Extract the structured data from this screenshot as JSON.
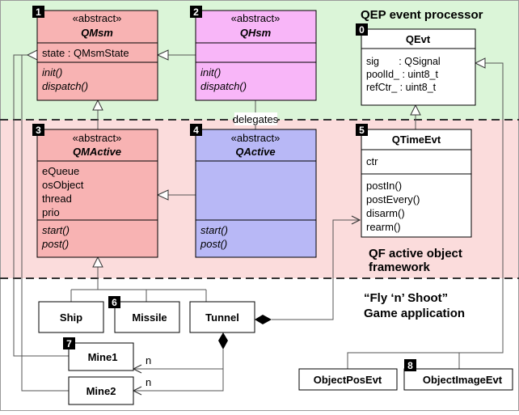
{
  "colors": {
    "qep_band": "#dbf5d8",
    "qf_band": "#fbdcdc",
    "app_band": "#ffffff",
    "qmsm_fill": "#f8b3b3",
    "qhsm_fill": "#f8b6f8",
    "qmactive_fill": "#f8b3b3",
    "qactive_fill": "#b8b8f6",
    "white_fill": "#ffffff",
    "stroke": "#000000",
    "connector": "#555555"
  },
  "layers": {
    "qep_title": "QEP event processor",
    "qf_title_line1": "QF active object",
    "qf_title_line2": "framework",
    "app_title_line1": "“Fly ‘n’ Shoot”",
    "app_title_line2": "Game application",
    "delegates_label": "delegates"
  },
  "classes": {
    "qmsm": {
      "badge": "1",
      "stereotype": "«abstract»",
      "name": "QMsm",
      "attributes": [
        "state : QMsmState"
      ],
      "operations": [
        "init()",
        "dispatch()"
      ]
    },
    "qhsm": {
      "badge": "2",
      "stereotype": "«abstract»",
      "name": "QHsm",
      "attributes": [],
      "operations": [
        "init()",
        "dispatch()"
      ]
    },
    "qevt": {
      "badge": "0",
      "name": "QEvt",
      "attributes": [
        "sig       : QSignal",
        "poolId_ : uint8_t",
        "refCtr_ : uint8_t"
      ]
    },
    "qmactive": {
      "badge": "3",
      "stereotype": "«abstract»",
      "name": "QMActive",
      "attributes": [
        "eQueue",
        "osObject",
        "thread",
        "prio"
      ],
      "operations": [
        "start()",
        "post()"
      ]
    },
    "qactive": {
      "badge": "4",
      "stereotype": "«abstract»",
      "name": "QActive",
      "attributes": [],
      "operations": [
        "start()",
        "post()"
      ]
    },
    "qtimeevt": {
      "badge": "5",
      "name": "QTimeEvt",
      "attributes": [
        "ctr"
      ],
      "operations": [
        "postIn()",
        "postEvery()",
        "disarm()",
        "rearm()"
      ]
    },
    "ship": {
      "name": "Ship"
    },
    "missile": {
      "badge": "6",
      "name": "Missile"
    },
    "tunnel": {
      "name": "Tunnel"
    },
    "mine1": {
      "badge": "7",
      "name": "Mine1",
      "multiplicity": "n"
    },
    "mine2": {
      "name": "Mine2",
      "multiplicity": "n"
    },
    "objectposevt": {
      "name": "ObjectPosEvt"
    },
    "objectimageevt": {
      "badge": "8",
      "name": "ObjectImageEvt"
    }
  }
}
